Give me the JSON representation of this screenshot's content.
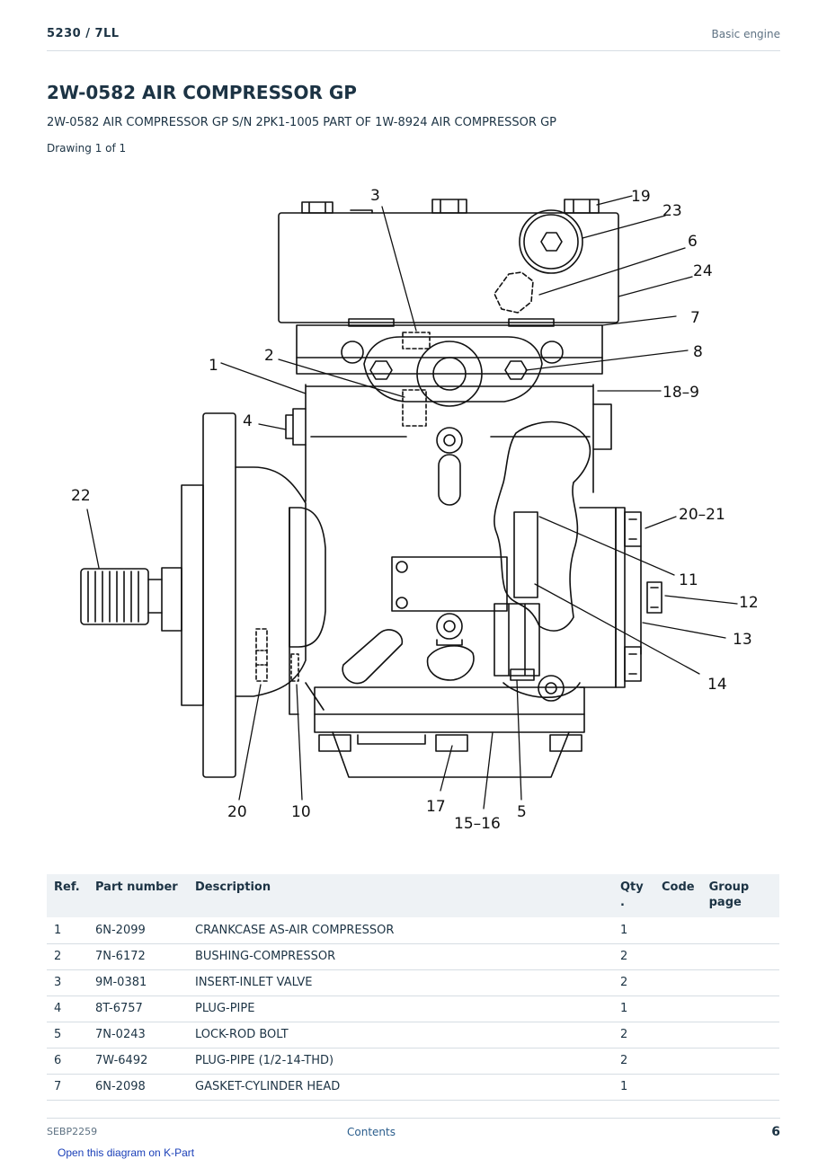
{
  "header": {
    "model": "5230  /  7LL",
    "section": "Basic engine"
  },
  "title": "2W-0582 AIR COMPRESSOR GP",
  "subtitle": "2W-0582 AIR COMPRESSOR GP S/N 2PK1-1005 PART OF 1W-8924 AIR COMPRESSOR GP",
  "drawing_label": "Drawing 1 of 1",
  "diagram": {
    "callouts": [
      "3",
      "19",
      "23",
      "6",
      "24",
      "7",
      "8",
      "1",
      "2",
      "18–9",
      "4",
      "22",
      "20–21",
      "11",
      "12",
      "13",
      "14",
      "20",
      "10",
      "17",
      "15–16",
      "5"
    ]
  },
  "table": {
    "headers": {
      "ref": "Ref.",
      "part_number": "Part number",
      "description": "Description",
      "qty": "Qty\n.",
      "code": "Code",
      "group_page": "Group\npage"
    },
    "rows": [
      {
        "ref": "1",
        "part_number": "6N-2099",
        "description": "CRANKCASE AS-AIR COMPRESSOR",
        "qty": "1",
        "code": "",
        "group_page": ""
      },
      {
        "ref": "2",
        "part_number": "7N-6172",
        "description": "BUSHING-COMPRESSOR",
        "qty": "2",
        "code": "",
        "group_page": ""
      },
      {
        "ref": "3",
        "part_number": "9M-0381",
        "description": "INSERT-INLET VALVE",
        "qty": "2",
        "code": "",
        "group_page": ""
      },
      {
        "ref": "4",
        "part_number": "8T-6757",
        "description": "PLUG-PIPE",
        "qty": "1",
        "code": "",
        "group_page": ""
      },
      {
        "ref": "5",
        "part_number": "7N-0243",
        "description": "LOCK-ROD BOLT",
        "qty": "2",
        "code": "",
        "group_page": ""
      },
      {
        "ref": "6",
        "part_number": "7W-6492",
        "description": "PLUG-PIPE (1/2-14-THD)",
        "qty": "2",
        "code": "",
        "group_page": ""
      },
      {
        "ref": "7",
        "part_number": "6N-2098",
        "description": "GASKET-CYLINDER HEAD",
        "qty": "1",
        "code": "",
        "group_page": ""
      }
    ]
  },
  "footer": {
    "doc_id": "SEBP2259",
    "contents_label": "Contents",
    "page_number": "6",
    "kpart_link": "Open this diagram on K-Part"
  }
}
